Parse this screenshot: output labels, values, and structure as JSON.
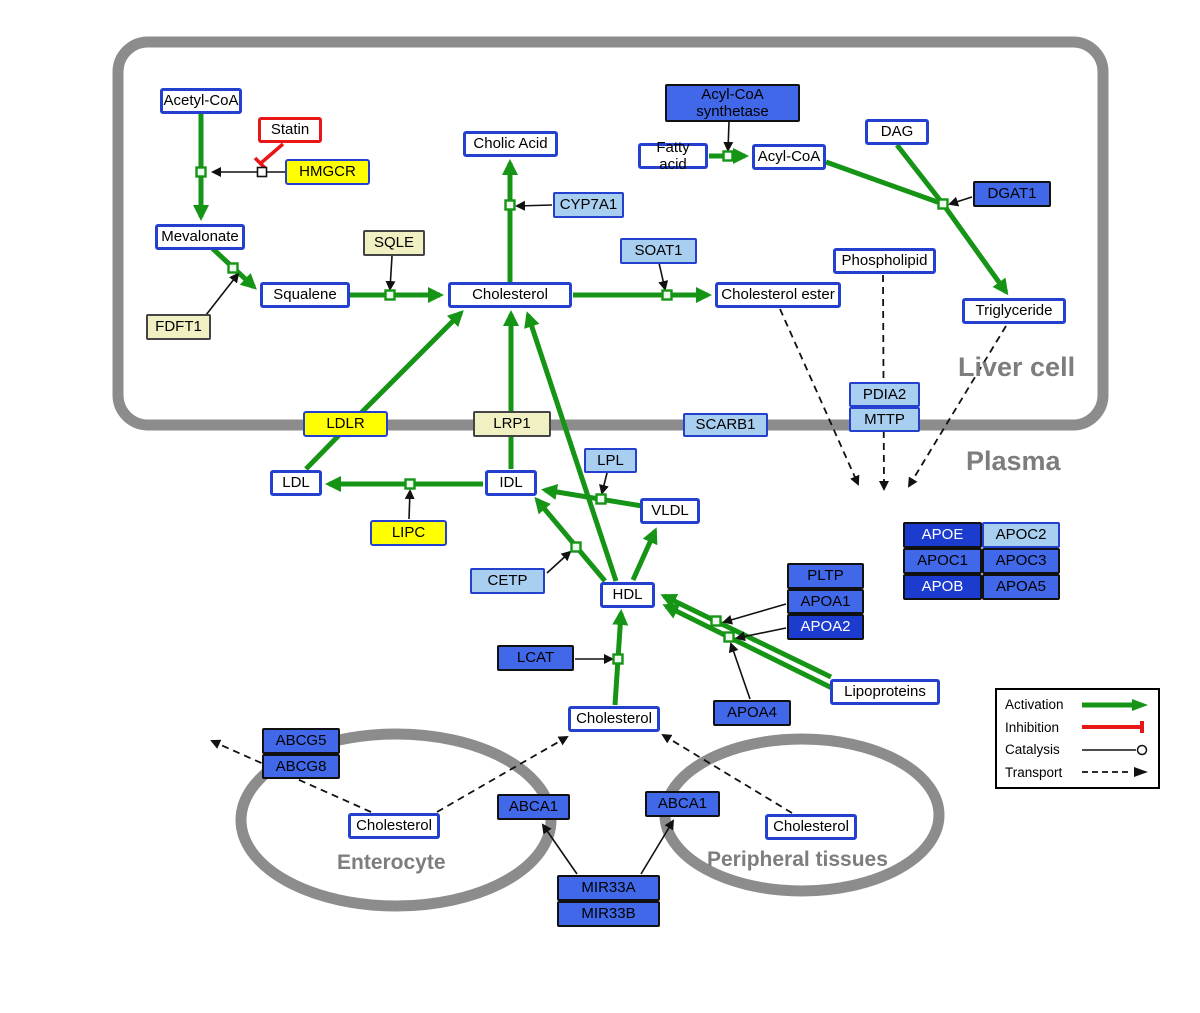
{
  "regions": {
    "liver_cell": "Liver cell",
    "plasma": "Plasma",
    "enterocyte": "Enterocyte",
    "peripheral": "Peripheral tissues"
  },
  "nodes": {
    "acetyl_coa": "Acetyl-CoA",
    "statin": "Statin",
    "hmgcr": "HMGCR",
    "mevalonate": "Mevalonate",
    "cholic_acid": "Cholic Acid",
    "cyp7a1": "CYP7A1",
    "sqle": "SQLE",
    "fdft1": "FDFT1",
    "squalene": "Squalene",
    "cholesterol_liver": "Cholesterol",
    "soat1": "SOAT1",
    "cholesterol_ester": "Cholesterol ester",
    "acyl_coa_synthetase": "Acyl-CoA\nsynthetase",
    "fatty_acid": "Fatty acid",
    "acyl_coa": "Acyl-CoA",
    "dag": "DAG",
    "dgat1": "DGAT1",
    "phospholipid": "Phospholipid",
    "triglyceride": "Triglyceride",
    "ldlr": "LDLR",
    "lrp1": "LRP1",
    "scarb1": "SCARB1",
    "pdia2": "PDIA2",
    "mttp": "MTTP",
    "ldl": "LDL",
    "idl": "IDL",
    "lpl": "LPL",
    "vldl": "VLDL",
    "lipc": "LIPC",
    "cetp": "CETP",
    "hdl": "HDL",
    "pltp": "PLTP",
    "apoa1": "APOA1",
    "apoa2": "APOA2",
    "lcat": "LCAT",
    "apoa4": "APOA4",
    "lipoproteins": "Lipoproteins",
    "apoe": "APOE",
    "apoc2": "APOC2",
    "apoc1": "APOC1",
    "apoc3": "APOC3",
    "apob": "APOB",
    "apoa5": "APOA5",
    "cholesterol_plasma": "Cholesterol",
    "abcg5": "ABCG5",
    "abcg8": "ABCG8",
    "cholesterol_enterocyte": "Cholesterol",
    "abca1_enterocyte": "ABCA1",
    "abca1_peripheral": "ABCA1",
    "cholesterol_peripheral": "Cholesterol",
    "mir33a": "MIR33A",
    "mir33b": "MIR33B"
  },
  "legend": {
    "activation": "Activation",
    "inhibition": "Inhibition",
    "catalysis": "Catalysis",
    "transport": "Transport"
  },
  "colors": {
    "activation_green": "#169416",
    "inhibition_red": "#e81616",
    "metabolite_border_blue": "#2440cf",
    "gene_yellow": "#ffff00",
    "gene_pale_yellow": "#f0f0c2",
    "gene_light_blue": "#a8cef0",
    "gene_mid_blue": "#4068e8",
    "gene_dark_blue": "#1c3cd0",
    "membrane_gray": "#8c8c8c"
  }
}
